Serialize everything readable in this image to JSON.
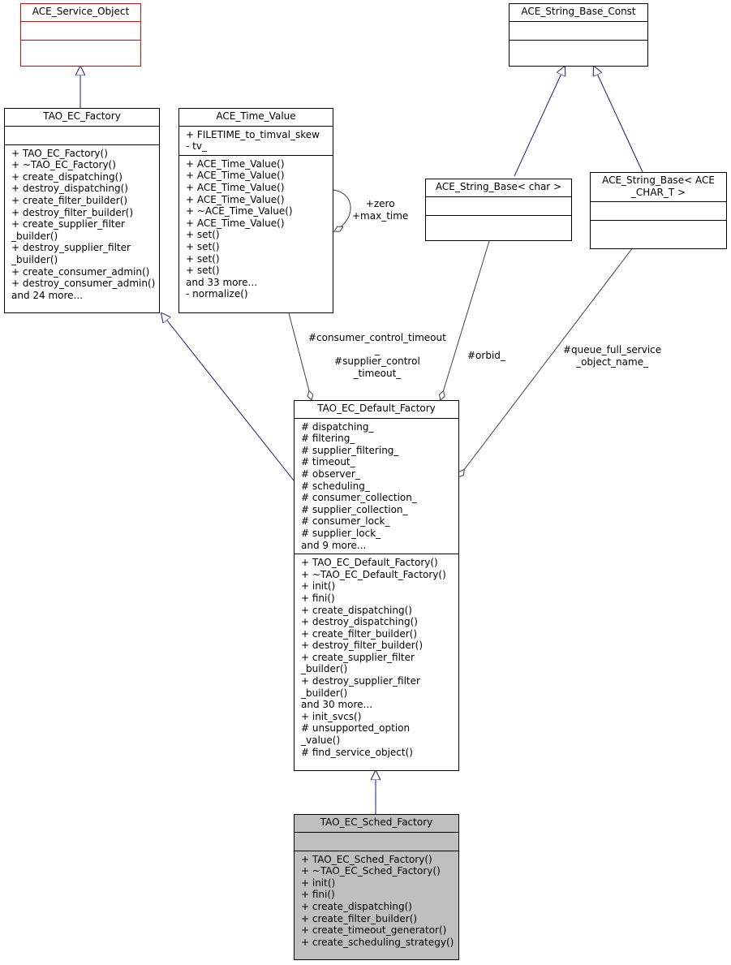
{
  "classes": {
    "ace_service_object": {
      "name": "ACE_Service_Object",
      "attributes": [],
      "methods": []
    },
    "tao_ec_factory": {
      "name": "TAO_EC_Factory",
      "attributes": [],
      "methods": [
        "+ TAO_EC_Factory()",
        "+ ~TAO_EC_Factory()",
        "+ create_dispatching()",
        "+ destroy_dispatching()",
        "+ create_filter_builder()",
        "+ destroy_filter_builder()",
        "+ create_supplier_filter",
        "_builder()",
        "+ destroy_supplier_filter",
        "_builder()",
        "+ create_consumer_admin()",
        "+ destroy_consumer_admin()",
        "and 24 more..."
      ]
    },
    "ace_time_value": {
      "name": "ACE_Time_Value",
      "attributes": [
        "+ FILETIME_to_timval_skew",
        "- tv_"
      ],
      "methods": [
        "+ ACE_Time_Value()",
        "+ ACE_Time_Value()",
        "+ ACE_Time_Value()",
        "+ ACE_Time_Value()",
        "+ ~ACE_Time_Value()",
        "+ ACE_Time_Value()",
        "+ set()",
        "+ set()",
        "+ set()",
        "+ set()",
        "and 33 more...",
        "- normalize()"
      ]
    },
    "ace_string_base_const": {
      "name": "ACE_String_Base_Const",
      "attributes": [],
      "methods": []
    },
    "ace_string_base_char": {
      "name": "ACE_String_Base< char >",
      "attributes": [],
      "methods": []
    },
    "ace_string_base_ace_char": {
      "name": "ACE_String_Base< ACE\n_CHAR_T >",
      "attributes": [],
      "methods": []
    },
    "tao_ec_default_factory": {
      "name": "TAO_EC_Default_Factory",
      "attributes": [
        "# dispatching_",
        "# filtering_",
        "# supplier_filtering_",
        "# timeout_",
        "# observer_",
        "# scheduling_",
        "# consumer_collection_",
        "# supplier_collection_",
        "# consumer_lock_",
        "# supplier_lock_",
        "and 9 more..."
      ],
      "methods": [
        "+ TAO_EC_Default_Factory()",
        "+ ~TAO_EC_Default_Factory()",
        "+ init()",
        "+ fini()",
        "+ create_dispatching()",
        "+ destroy_dispatching()",
        "+ create_filter_builder()",
        "+ destroy_filter_builder()",
        "+ create_supplier_filter",
        "_builder()",
        "+ destroy_supplier_filter",
        "_builder()",
        "and 30 more...",
        "+ init_svcs()",
        "# unsupported_option",
        "_value()",
        "# find_service_object()"
      ]
    },
    "tao_ec_sched_factory": {
      "name": "TAO_EC_Sched_Factory",
      "attributes": [],
      "methods": [
        "+ TAO_EC_Sched_Factory()",
        "+ ~TAO_EC_Sched_Factory()",
        "+ init()",
        "+ fini()",
        "+ create_dispatching()",
        "+ create_filter_builder()",
        "+ create_timeout_generator()",
        "+ create_scheduling_strategy()"
      ]
    }
  },
  "edge_labels": {
    "self_assoc": "+zero\n+max_time",
    "timeouts": "#consumer_control_timeout\n_\n#supplier_control\n_timeout_",
    "orbid": "#orbid_",
    "queue_full": "#queue_full_service\n_object_name_"
  },
  "colors": {
    "inheritance": "#191970",
    "association": "#404040",
    "highlight_fill": "#bfbfbf",
    "external_border": "#ff0000"
  }
}
